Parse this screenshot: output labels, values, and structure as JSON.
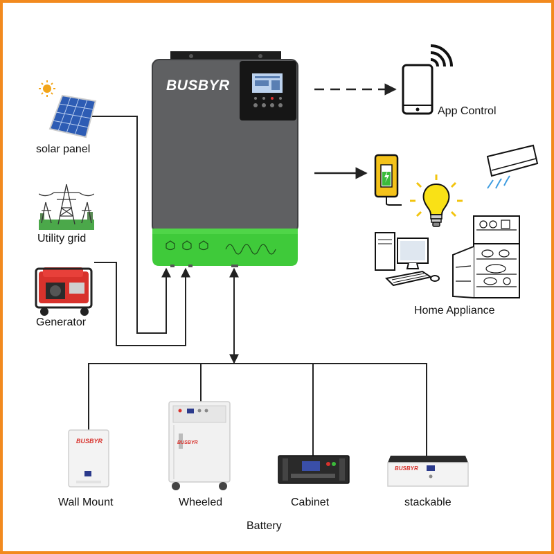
{
  "inverter": {
    "brand": "BUSBYR"
  },
  "sources": {
    "solar": "solar panel",
    "grid": "Utility grid",
    "generator": "Generator"
  },
  "outputs": {
    "app": "App Control",
    "home": "Home Appliance"
  },
  "batteries": {
    "caption": "Battery",
    "types": [
      {
        "label": "Wall Mount"
      },
      {
        "label": "Wheeled"
      },
      {
        "label": "Cabinet"
      },
      {
        "label": "stackable"
      }
    ],
    "brand": "BUSBYR"
  },
  "colors": {
    "frame": "#f28a1e",
    "inverter_body": "#5f6062",
    "inverter_base": "#3fca3a",
    "line": "#222222"
  }
}
